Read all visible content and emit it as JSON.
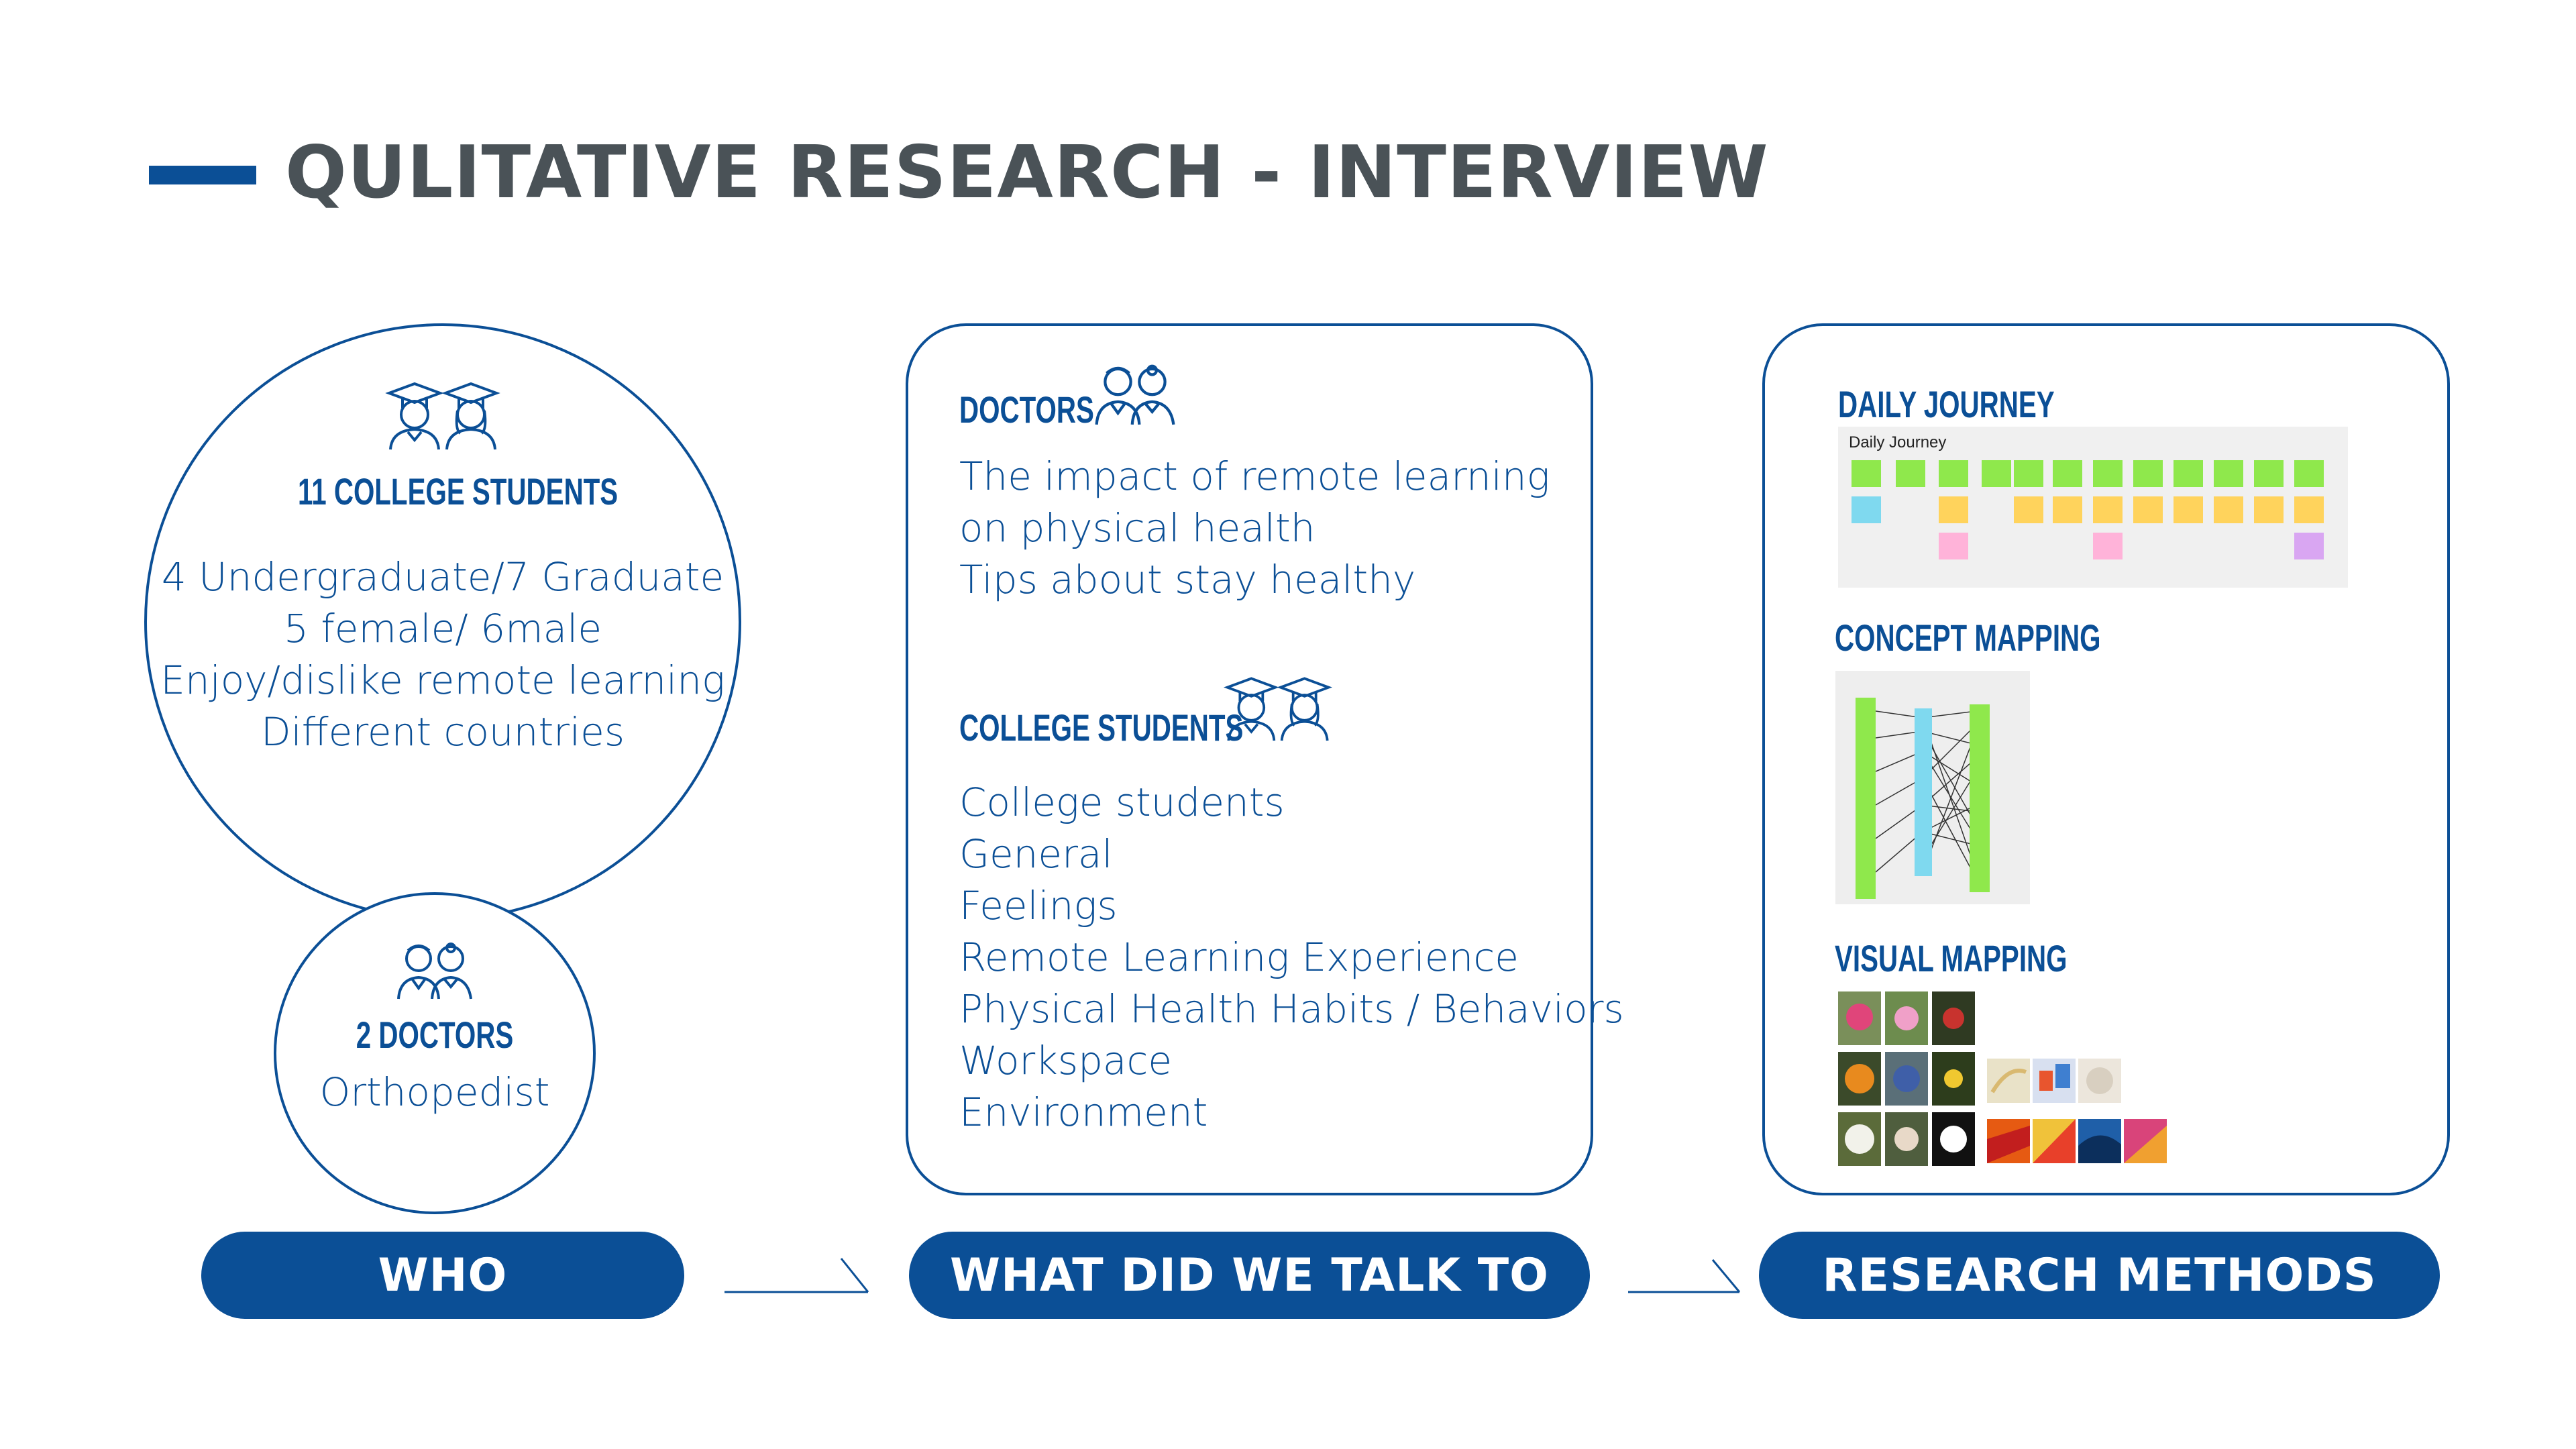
{
  "title": "QULITATIVE RESEARCH - INTERVIEW",
  "who": {
    "students_heading": "11 COLLEGE STUDENTS",
    "students_lines": [
      "4 Undergraduate/7 Graduate",
      "5 female/ 6male",
      "Enjoy/dislike remote learning",
      "Different countries"
    ],
    "doctors_heading": "2 DOCTORS",
    "doctors_line": "Orthopedist"
  },
  "talk": {
    "doctors_heading": "DOCTORS",
    "doctors_lines": [
      "The impact of remote learning",
      "on physical health",
      "Tips about stay healthy"
    ],
    "students_heading": "COLLEGE STUDENTS",
    "students_lines": [
      "College students",
      "General",
      "Feelings",
      "Remote Learning Experience",
      "Physical Health Habits / Behaviors",
      "Workspace",
      "Environment"
    ]
  },
  "methods": {
    "daily_heading": "DAILY JOURNEY",
    "daily_board_title": "Daily Journey",
    "concept_heading": "CONCEPT MAPPING",
    "visual_heading": "VISUAL MAPPING"
  },
  "pills": {
    "who": "WHO",
    "talk": "WHAT DID WE TALK TO",
    "methods": "RESEARCH METHODS"
  },
  "icons": {
    "students": "graduates-icon",
    "doctors": "doctors-icon",
    "arrow": "arrow-right-icon"
  },
  "colors": {
    "brand_blue": "#0b4f96",
    "title_gray": "#4a5257"
  }
}
